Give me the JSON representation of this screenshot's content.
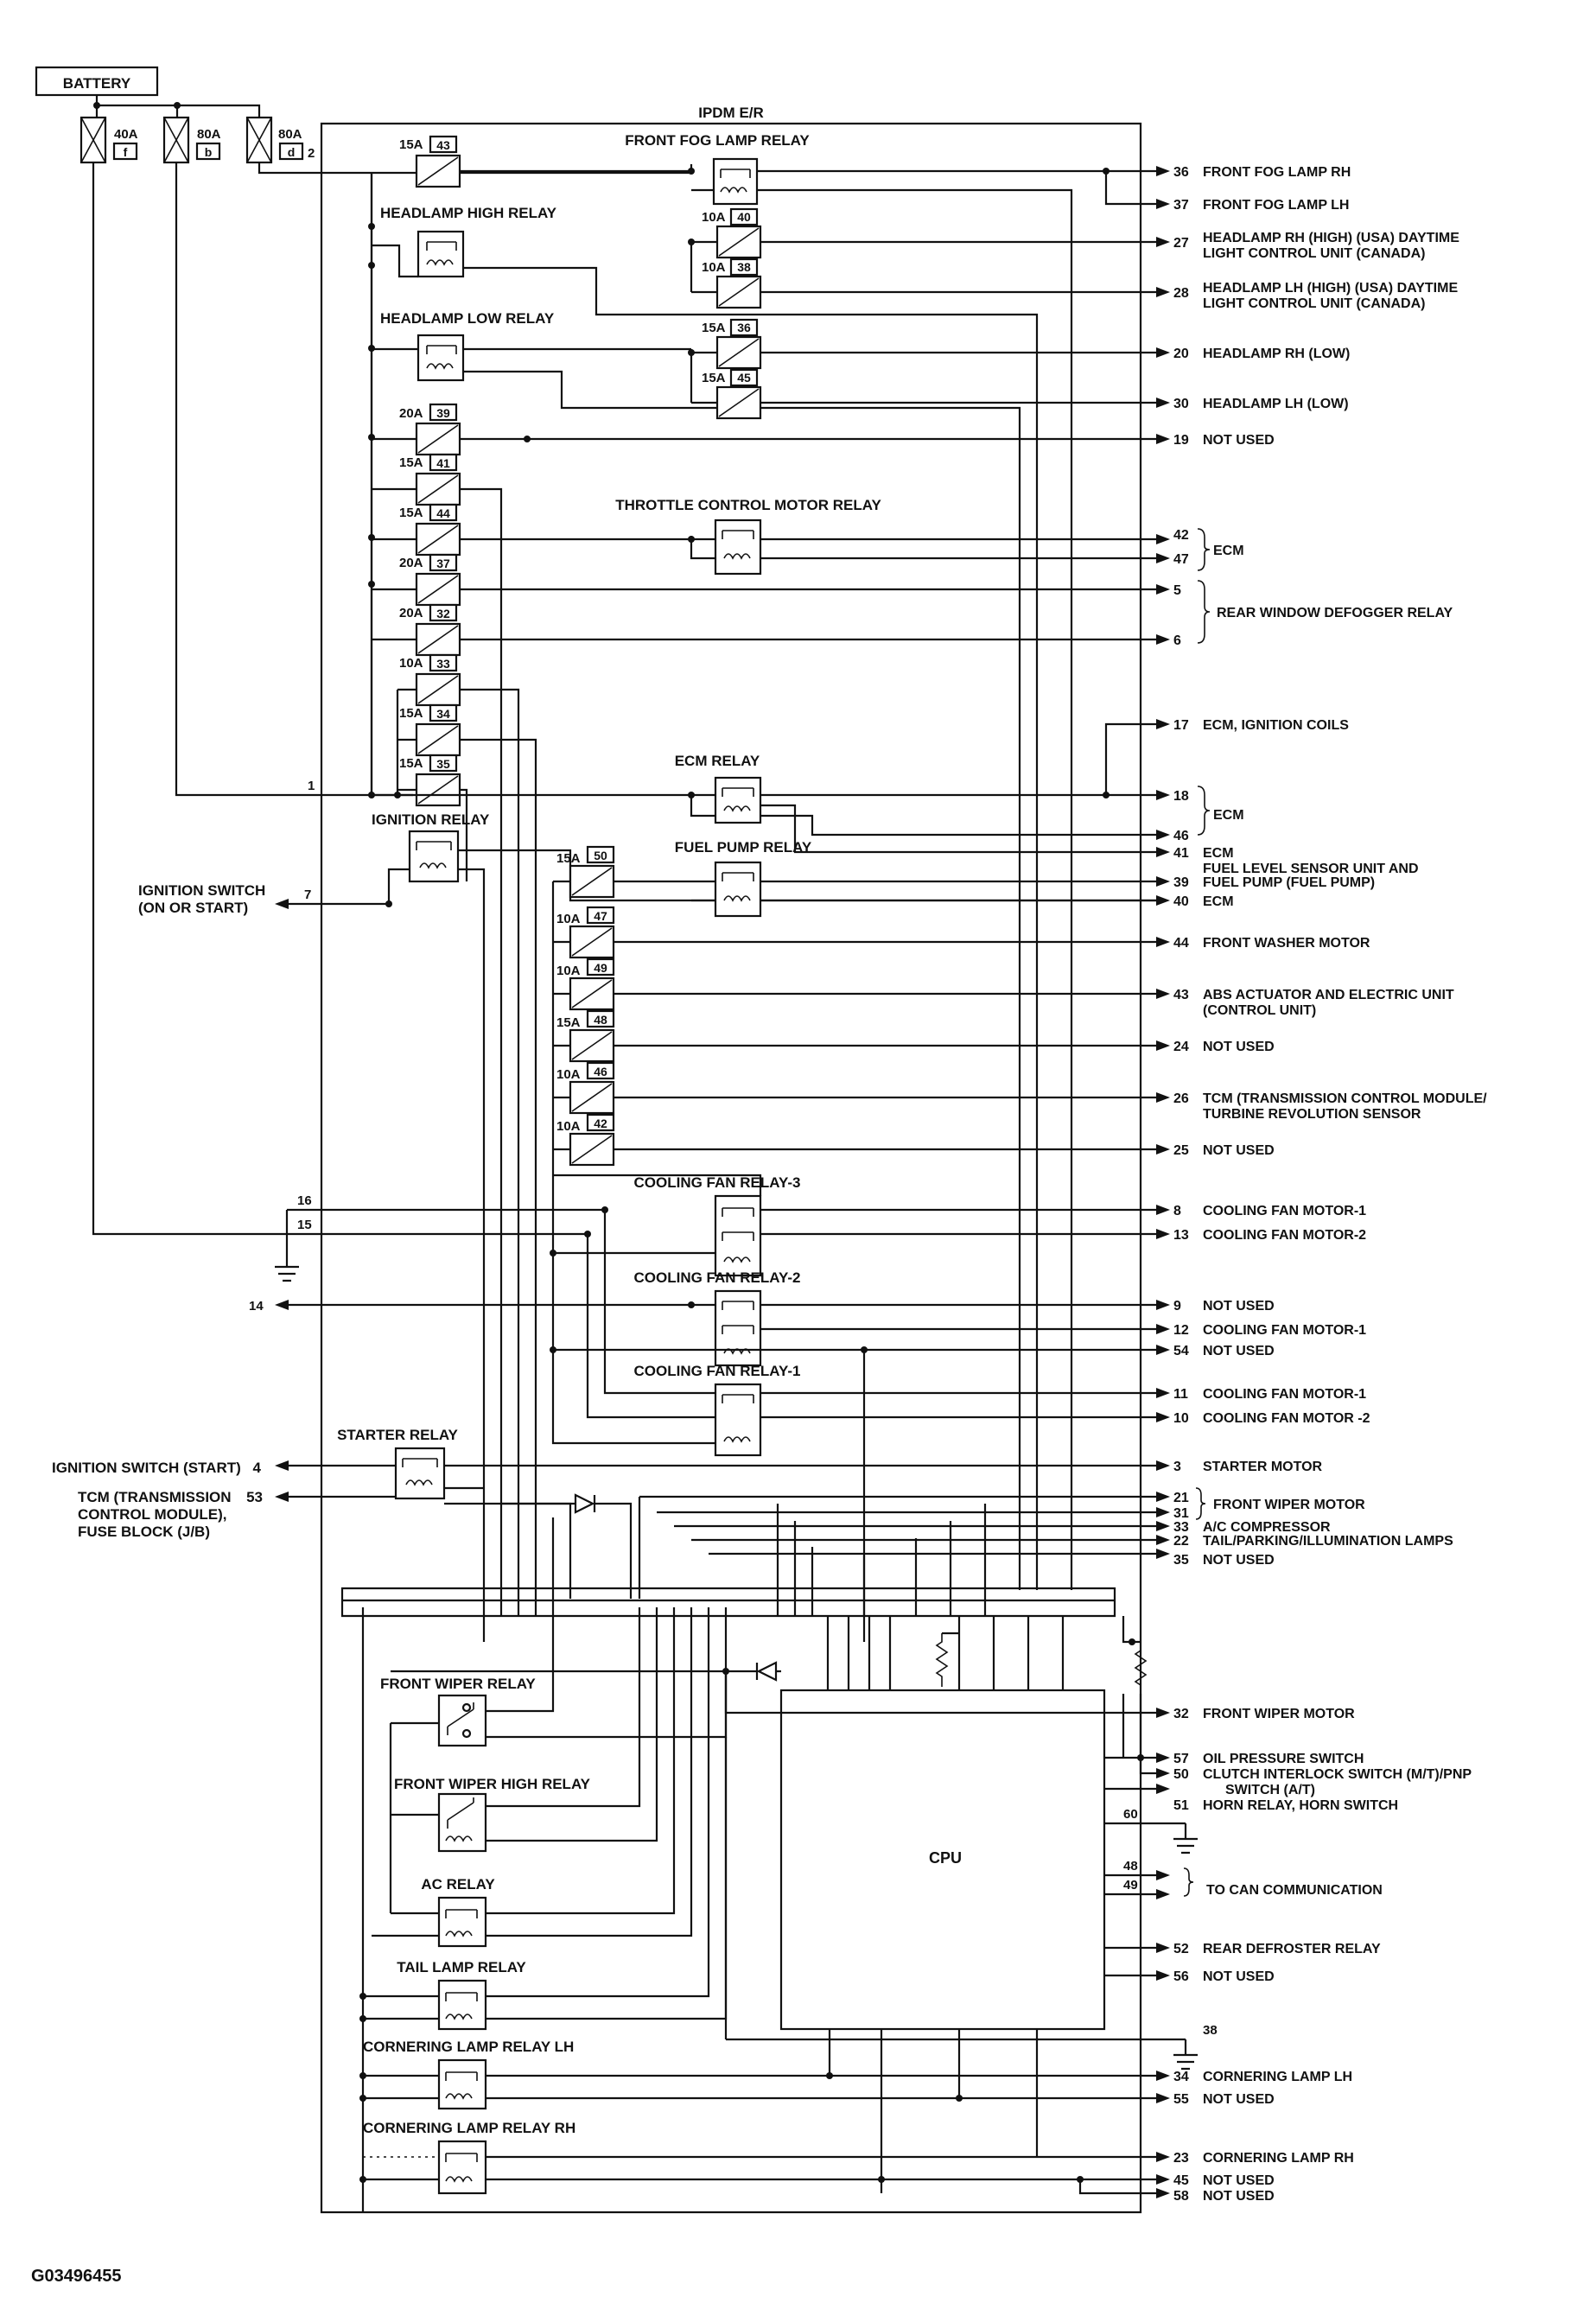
{
  "battery": "BATTERY",
  "module_name": "IPDM E/R",
  "main_fuses": [
    {
      "amp": "40A",
      "id": "f"
    },
    {
      "amp": "80A",
      "id": "b"
    },
    {
      "amp": "80A",
      "id": "d"
    }
  ],
  "main_fuse_terminal": "2",
  "relays": {
    "front_fog": "FRONT FOG LAMP RELAY",
    "hl_high": "HEADLAMP HIGH RELAY",
    "hl_low": "HEADLAMP LOW RELAY",
    "throttle": "THROTTLE CONTROL MOTOR RELAY",
    "ecm": "ECM RELAY",
    "ignition": "IGNITION RELAY",
    "fuel_pump": "FUEL PUMP RELAY",
    "cf3": "COOLING FAN RELAY-3",
    "cf2": "COOLING FAN RELAY-2",
    "cf1": "COOLING FAN RELAY-1",
    "starter": "STARTER RELAY",
    "fw": "FRONT WIPER RELAY",
    "fwh": "FRONT WIPER HIGH RELAY",
    "ac": "AC RELAY",
    "tail": "TAIL LAMP RELAY",
    "corner_lh": "CORNERING LAMP RELAY LH",
    "corner_rh": "CORNERING LAMP RELAY RH"
  },
  "cpu": "CPU",
  "fuses": [
    {
      "amp": "15A",
      "num": "43"
    },
    {
      "amp": "10A",
      "num": "40"
    },
    {
      "amp": "10A",
      "num": "38"
    },
    {
      "amp": "15A",
      "num": "36"
    },
    {
      "amp": "15A",
      "num": "45"
    },
    {
      "amp": "20A",
      "num": "39"
    },
    {
      "amp": "15A",
      "num": "41"
    },
    {
      "amp": "15A",
      "num": "44"
    },
    {
      "amp": "20A",
      "num": "37"
    },
    {
      "amp": "20A",
      "num": "32"
    },
    {
      "amp": "10A",
      "num": "33"
    },
    {
      "amp": "15A",
      "num": "34"
    },
    {
      "amp": "15A",
      "num": "35"
    },
    {
      "amp": "15A",
      "num": "50"
    },
    {
      "amp": "10A",
      "num": "47"
    },
    {
      "amp": "10A",
      "num": "49"
    },
    {
      "amp": "15A",
      "num": "48"
    },
    {
      "amp": "10A",
      "num": "46"
    },
    {
      "amp": "10A",
      "num": "42"
    }
  ],
  "outputs": [
    {
      "num": "36",
      "label": "FRONT FOG LAMP RH"
    },
    {
      "num": "37",
      "label": "FRONT FOG LAMP LH"
    },
    {
      "num": "27",
      "label": "HEADLAMP RH (HIGH) (USA) DAYTIME",
      "label2": "LIGHT CONTROL UNIT (CANADA)"
    },
    {
      "num": "28",
      "label": "HEADLAMP LH (HIGH) (USA) DAYTIME",
      "label2": "LIGHT CONTROL UNIT (CANADA)"
    },
    {
      "num": "20",
      "label": "HEADLAMP RH (LOW)"
    },
    {
      "num": "30",
      "label": "HEADLAMP LH (LOW)"
    },
    {
      "num": "19",
      "label": "NOT USED"
    },
    {
      "num": "42",
      "label": ""
    },
    {
      "num": "47",
      "label": ""
    },
    {
      "num": "5",
      "label": ""
    },
    {
      "num": "6",
      "label": ""
    },
    {
      "num": "17",
      "label": "ECM, IGNITION COILS"
    },
    {
      "num": "18",
      "label": ""
    },
    {
      "num": "46",
      "label": ""
    },
    {
      "num": "41",
      "label": "ECM"
    },
    {
      "num": "39",
      "label": "FUEL PUMP (FUEL PUMP)",
      "label_above": "FUEL LEVEL SENSOR UNIT AND"
    },
    {
      "num": "40",
      "label": "ECM"
    },
    {
      "num": "44",
      "label": "FRONT WASHER MOTOR"
    },
    {
      "num": "43",
      "label": "ABS ACTUATOR AND ELECTRIC UNIT",
      "label2": "(CONTROL UNIT)"
    },
    {
      "num": "24",
      "label": "NOT USED"
    },
    {
      "num": "26",
      "label": "TCM (TRANSMISSION CONTROL MODULE/",
      "label2": "TURBINE REVOLUTION SENSOR"
    },
    {
      "num": "25",
      "label": "NOT USED"
    },
    {
      "num": "8",
      "label": "COOLING FAN MOTOR-1"
    },
    {
      "num": "13",
      "label": "COOLING FAN MOTOR-2"
    },
    {
      "num": "9",
      "label": "NOT USED"
    },
    {
      "num": "12",
      "label": "COOLING FAN MOTOR-1"
    },
    {
      "num": "54",
      "label": "NOT USED"
    },
    {
      "num": "11",
      "label": "COOLING FAN MOTOR-1"
    },
    {
      "num": "10",
      "label": "COOLING FAN MOTOR -2"
    },
    {
      "num": "3",
      "label": "STARTER MOTOR"
    },
    {
      "num": "21",
      "label": ""
    },
    {
      "num": "31",
      "label": ""
    },
    {
      "num": "33",
      "label": "A/C COMPRESSOR"
    },
    {
      "num": "22",
      "label": "TAIL/PARKING/ILLUMINATION LAMPS"
    },
    {
      "num": "35",
      "label": "NOT USED"
    },
    {
      "num": "32",
      "label": "FRONT WIPER MOTOR"
    },
    {
      "num": "57",
      "label": "OIL PRESSURE SWITCH"
    },
    {
      "num": "50",
      "label": "CLUTCH INTERLOCK SWITCH (M/T)/PNP",
      "label2": "SWITCH (A/T)"
    },
    {
      "num": "51",
      "label": "HORN RELAY, HORN SWITCH"
    },
    {
      "num": "52",
      "label": "REAR DEFROSTER RELAY"
    },
    {
      "num": "56",
      "label": "NOT USED"
    },
    {
      "num": "34",
      "label": "CORNERING LAMP LH"
    },
    {
      "num": "55",
      "label": "NOT USED"
    },
    {
      "num": "23",
      "label": "CORNERING LAMP RH"
    },
    {
      "num": "45",
      "label": "NOT USED"
    },
    {
      "num": "58",
      "label": "NOT USED"
    }
  ],
  "group_labels": {
    "ecm_42_47": "ECM",
    "rear_defogger": "REAR WINDOW DEFOGGER RELAY",
    "ecm_18_46": "ECM",
    "front_wiper_motor": "FRONT WIPER MOTOR",
    "can": "TO CAN COMMUNICATION"
  },
  "cpu_terminals": {
    "t60": "60",
    "t48": "48",
    "t49": "49",
    "t38": "38"
  },
  "left_terminals": {
    "t1": "1",
    "ign_num": "7",
    "ign_label": "IGNITION SWITCH",
    "ign_label2": "(ON OR START)",
    "t16": "16",
    "t15": "15",
    "t14": "14",
    "start_label": "IGNITION SWITCH (START)",
    "start_num": "4",
    "tcm_label": "TCM (TRANSMISSION",
    "tcm_num": "53",
    "tcm_label2": "CONTROL MODULE),",
    "tcm_label3": "FUSE BLOCK (J/B)"
  },
  "figure_id": "G03496455"
}
